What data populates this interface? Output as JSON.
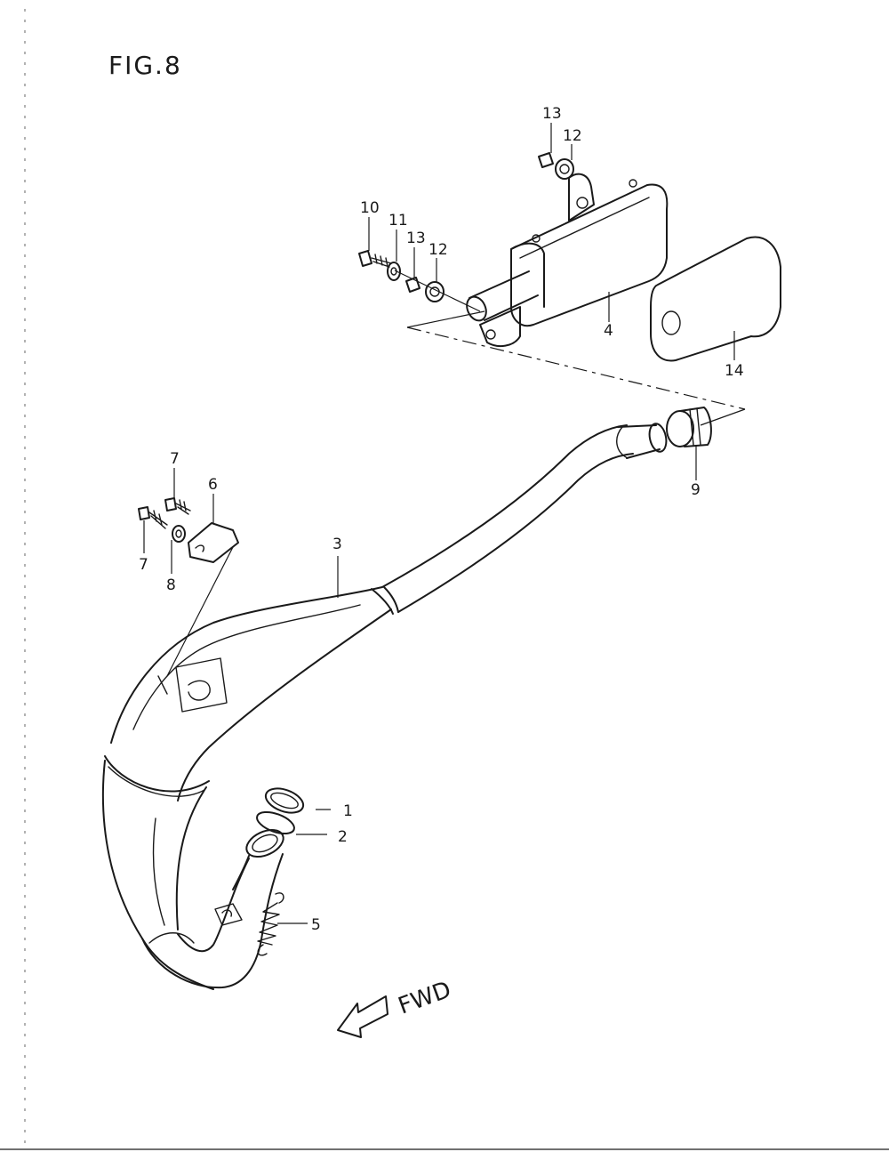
{
  "figure": {
    "title": "FIG.8"
  },
  "direction": {
    "label": "FWD"
  },
  "callouts": [
    {
      "id": "c1",
      "label": "1"
    },
    {
      "id": "c2",
      "label": "2"
    },
    {
      "id": "c3",
      "label": "3"
    },
    {
      "id": "c4",
      "label": "4"
    },
    {
      "id": "c5",
      "label": "5"
    },
    {
      "id": "c6",
      "label": "6"
    },
    {
      "id": "c7a",
      "label": "7"
    },
    {
      "id": "c7b",
      "label": "7"
    },
    {
      "id": "c8",
      "label": "8"
    },
    {
      "id": "c9",
      "label": "9"
    },
    {
      "id": "c10",
      "label": "10"
    },
    {
      "id": "c11",
      "label": "11"
    },
    {
      "id": "c12a",
      "label": "12"
    },
    {
      "id": "c12b",
      "label": "12"
    },
    {
      "id": "c13a",
      "label": "13"
    },
    {
      "id": "c13b",
      "label": "13"
    },
    {
      "id": "c14",
      "label": "14"
    }
  ]
}
